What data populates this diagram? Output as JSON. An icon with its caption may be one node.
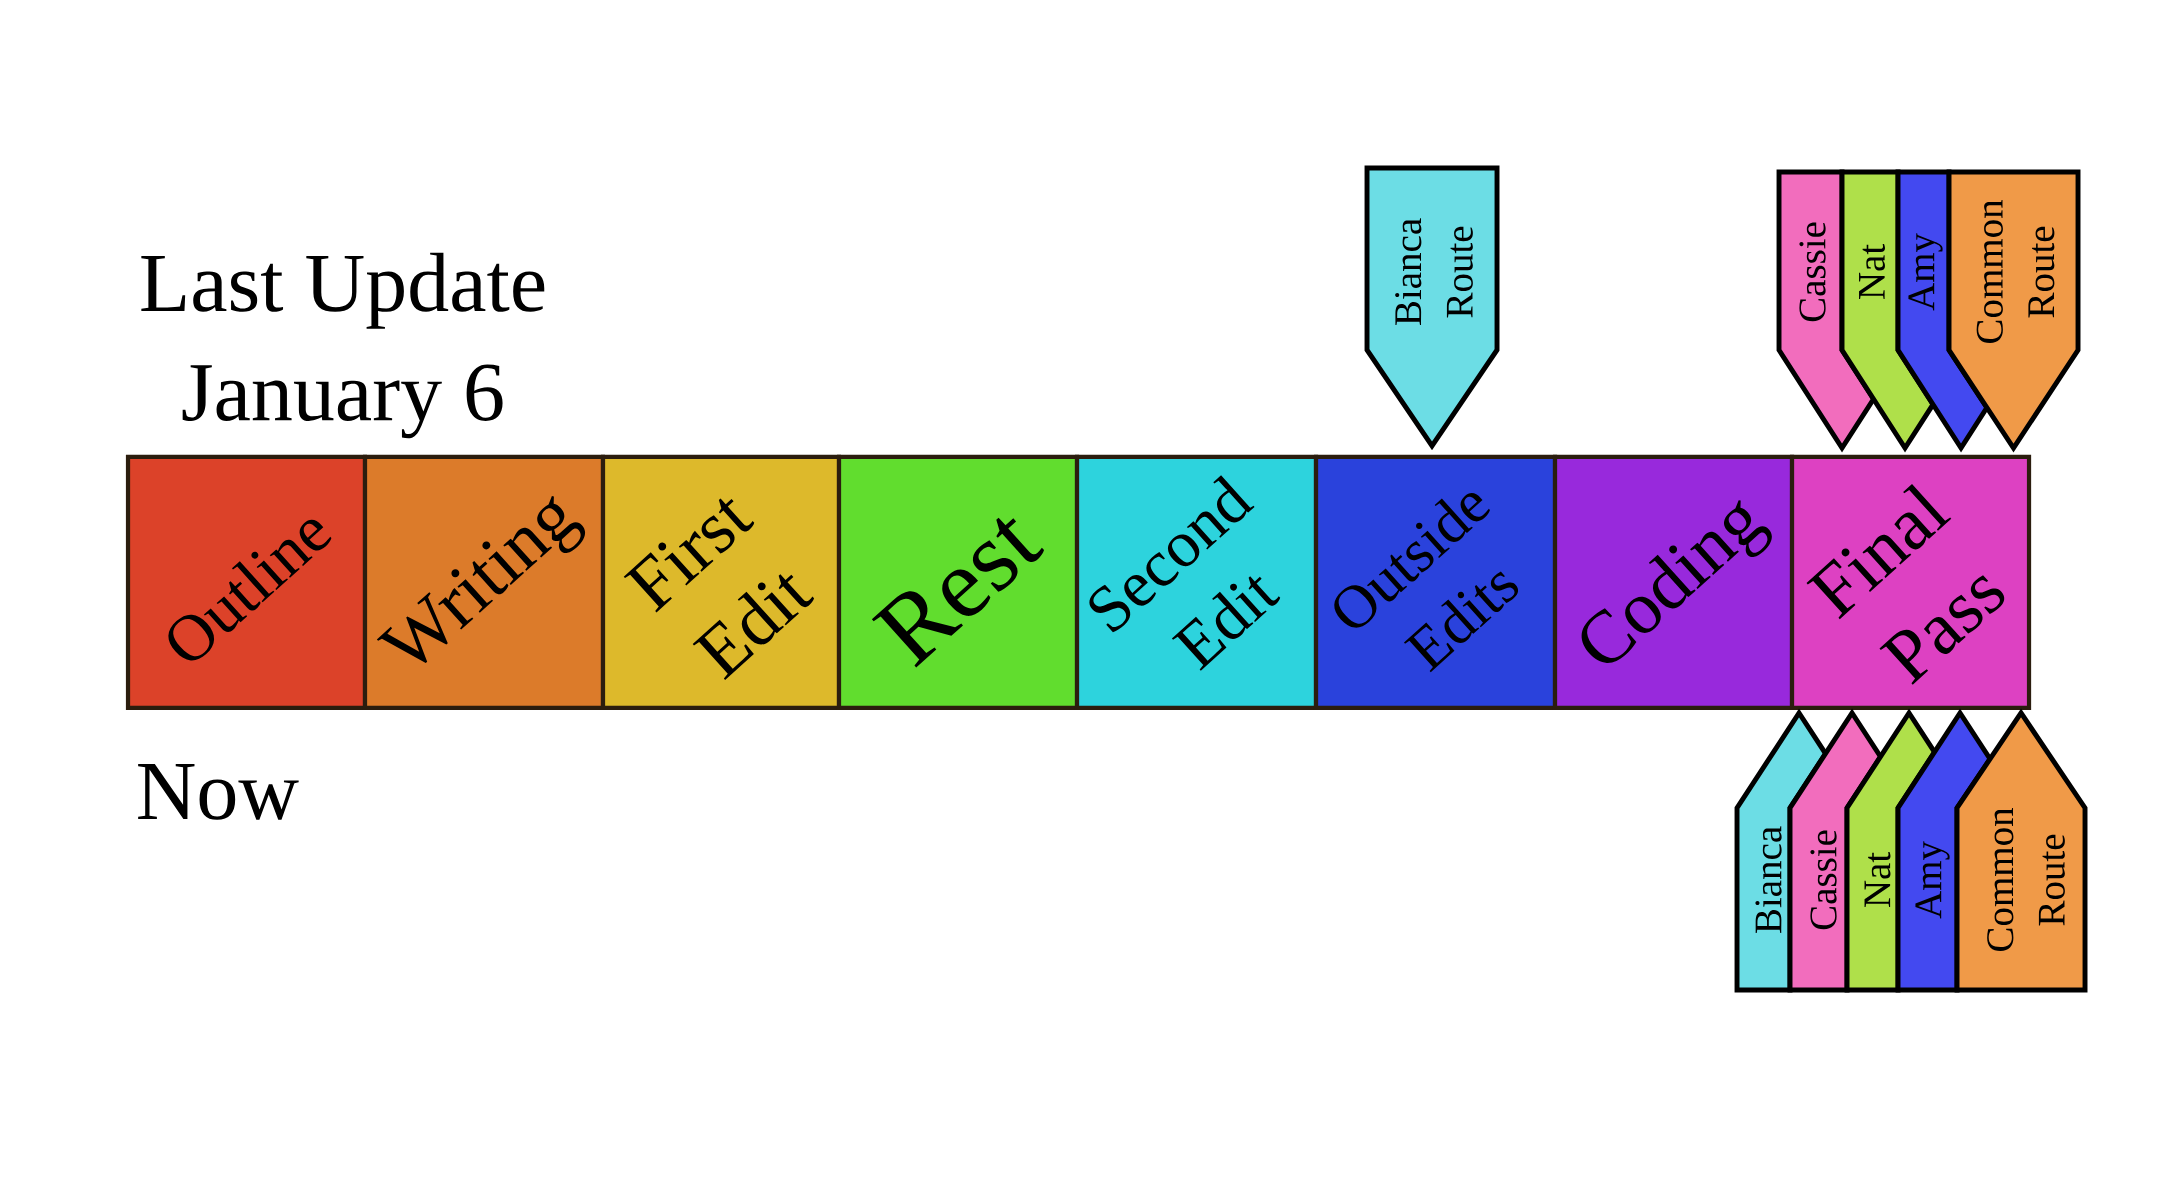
{
  "diagram": {
    "nodes": [
      {
        "text": [
          "Bianca Route"
        ]
      },
      {
        "text": [
          "Cassie"
        ]
      },
      {
        "text": [
          "Nat"
        ]
      },
      {
        "text": [
          "Amy"
        ]
      },
      {
        "text": [
          "Common Route"
        ]
      },
      {
        "text": [
          "Outline"
        ]
      },
      {
        "text": [
          "Writing"
        ]
      },
      {
        "text": [
          "First Edit"
        ]
      },
      {
        "text": [
          "Rest"
        ]
      },
      {
        "text": [
          "Second Edit"
        ]
      },
      {
        "text": [
          "Outside Edits"
        ]
      },
      {
        "text": [
          "Coding"
        ]
      },
      {
        "text": [
          "Final Pass"
        ]
      },
      {
        "text": [
          "Bianca"
        ]
      },
      {
        "text": [
          "Cassie"
        ]
      },
      {
        "text": [
          "Nat"
        ]
      },
      {
        "text": [
          "Amy"
        ]
      },
      {
        "text": [
          "Common Route"
        ]
      }
    ],
    "labels": [
      "Last Update January 6",
      "Now"
    ]
  }
}
